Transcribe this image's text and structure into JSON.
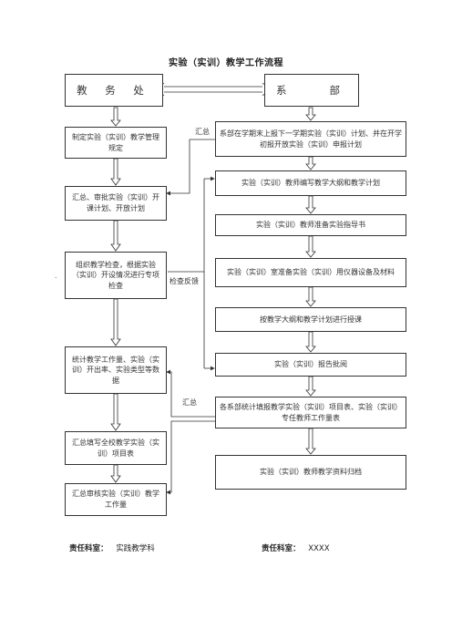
{
  "title": "实验（实训）教学工作流程",
  "headers": {
    "left": "教 务 处",
    "right": "系　　部"
  },
  "left_boxes": [
    "制定实验（实训）教学管理规定",
    "汇总、审批实验（实训）开课计划、开放计划",
    "组织教学检查，根据实验（实训）开设情况进行专项检查",
    "统计教学工作量、实验（实训）开出率、实验类型等数据",
    "汇总填写全校教学实验（实训）项目表",
    "汇总审核实验（实训）教学工作量"
  ],
  "right_boxes": [
    "系部在学期末上报下一学期实验（实训）计划、并在开学初报开放实验（实训）申报计划",
    "实验（实训）教师编写教学大纲和教学计划",
    "实验（实训）教师准备实验指导书",
    "实验（实训）室准备实验（实训）用仪器设备及材料",
    "按教学大纲和教学计划进行授课",
    "实验（实训）报告批阅",
    "各系部统计填报教学实验（实训）项目表、实验（实训）专任教师工作量表",
    "实验（实训）教师教学资料归档"
  ],
  "labels": {
    "summary_top": "汇总",
    "check_feedback": "检查反馈",
    "summary_bottom": "汇总"
  },
  "footer": {
    "dept_label_1": "责任科室：",
    "dept_value_1": "实践教学科",
    "dept_label_2": "责任科室：",
    "dept_value_2": "XXXX"
  }
}
